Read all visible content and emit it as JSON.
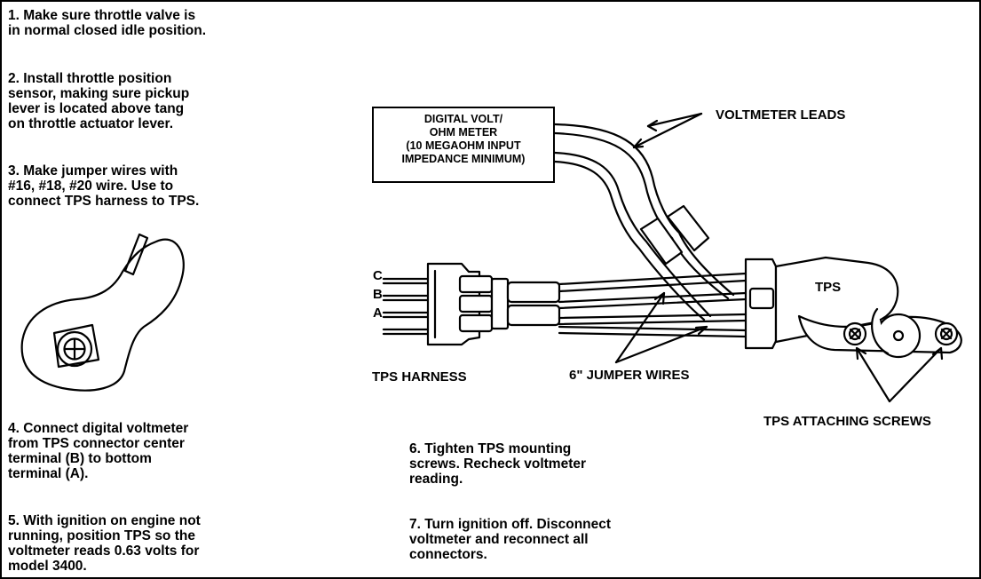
{
  "steps": [
    "1.  Make sure throttle valve is\nin normal closed idle position.",
    "2.  Install throttle position\nsensor, making sure pickup\nlever is located above tang\non throttle actuator lever.",
    "3.  Make jumper wires with\n#16, #18, #20 wire.  Use to\nconnect TPS harness to TPS.",
    "4.  Connect digital voltmeter\nfrom TPS connector center\nterminal (B) to bottom\nterminal (A).",
    "5.  With ignition on engine not\nrunning, position TPS so the\nvoltmeter reads 0.63 volts for\nmodel 3400.",
    "6.  Tighten TPS mounting\nscrews.  Recheck voltmeter\nreading.",
    "7.  Turn ignition off.  Disconnect\nvoltmeter and reconnect all\nconnectors."
  ],
  "diagram": {
    "meter_box": "DIGITAL VOLT/\nOHM METER\n(10 MEGAOHM INPUT\nIMPEDANCE MINIMUM)",
    "voltmeter_leads": "VOLTMETER LEADS",
    "terminal_c": "C",
    "terminal_b": "B",
    "terminal_a": "A",
    "tps": "TPS",
    "tps_harness": "TPS HARNESS",
    "jumper_wires": "6\" JUMPER WIRES",
    "attaching_screws": "TPS ATTACHING SCREWS"
  }
}
